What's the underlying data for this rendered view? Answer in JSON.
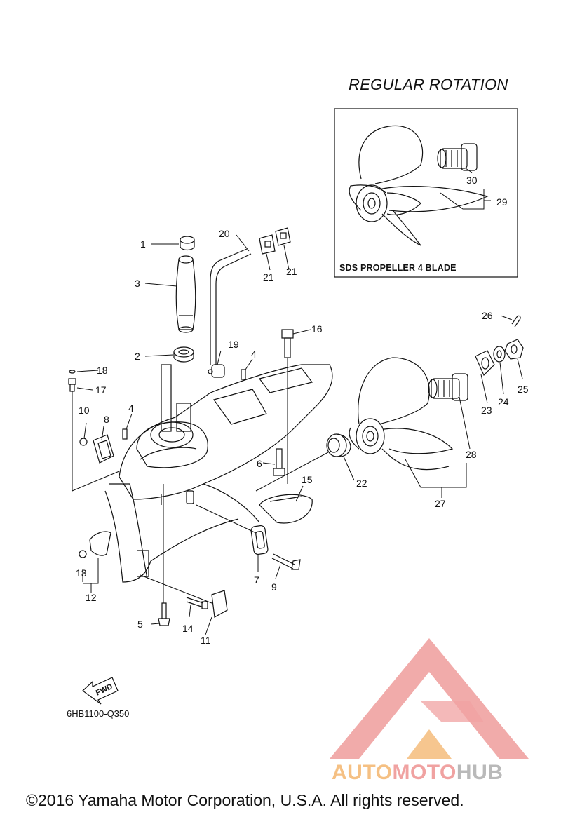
{
  "header": {
    "rotation_title": "REGULAR ROTATION"
  },
  "inset": {
    "label": "SDS PROPELLER 4 BLADE"
  },
  "callouts": [
    "1",
    "2",
    "3",
    "4",
    "4",
    "5",
    "6",
    "7",
    "8",
    "9",
    "10",
    "11",
    "12",
    "13",
    "14",
    "15",
    "16",
    "17",
    "18",
    "19",
    "20",
    "21",
    "21",
    "22",
    "23",
    "24",
    "25",
    "26",
    "27",
    "28",
    "29",
    "30"
  ],
  "fwd_label": "FWD",
  "ref_code": "6HB1100-Q350",
  "watermark": {
    "part1": "AUTO",
    "part2": "MOTO",
    "part3": "HUB"
  },
  "copyright": "©2016 Yamaha Motor Corporation, U.S.A. All rights reserved.",
  "colors": {
    "watermark_red": "#f0a2a1",
    "watermark_orange": "#f5c083",
    "watermark_gray": "#b9b9b9",
    "line": "#111111"
  }
}
